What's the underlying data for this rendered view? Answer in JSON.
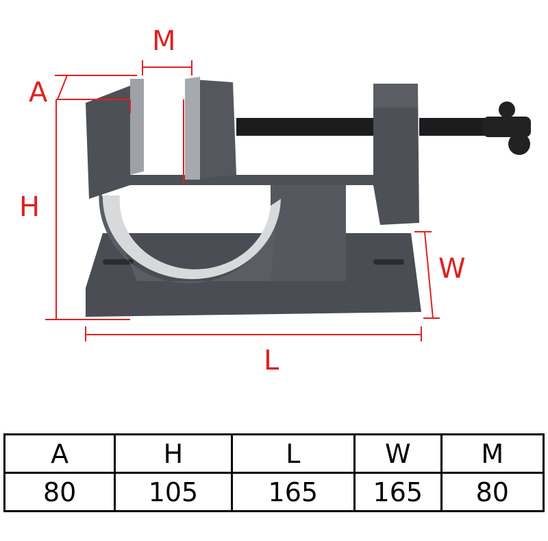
{
  "diagram": {
    "labels": {
      "A": "A",
      "H": "H",
      "L": "L",
      "W": "W",
      "M": "M"
    },
    "dimension_color": "#e02020"
  },
  "table": {
    "headers": [
      "A",
      "H",
      "L",
      "W",
      "M"
    ],
    "values": [
      "80",
      "105",
      "165",
      "165",
      "80"
    ]
  }
}
